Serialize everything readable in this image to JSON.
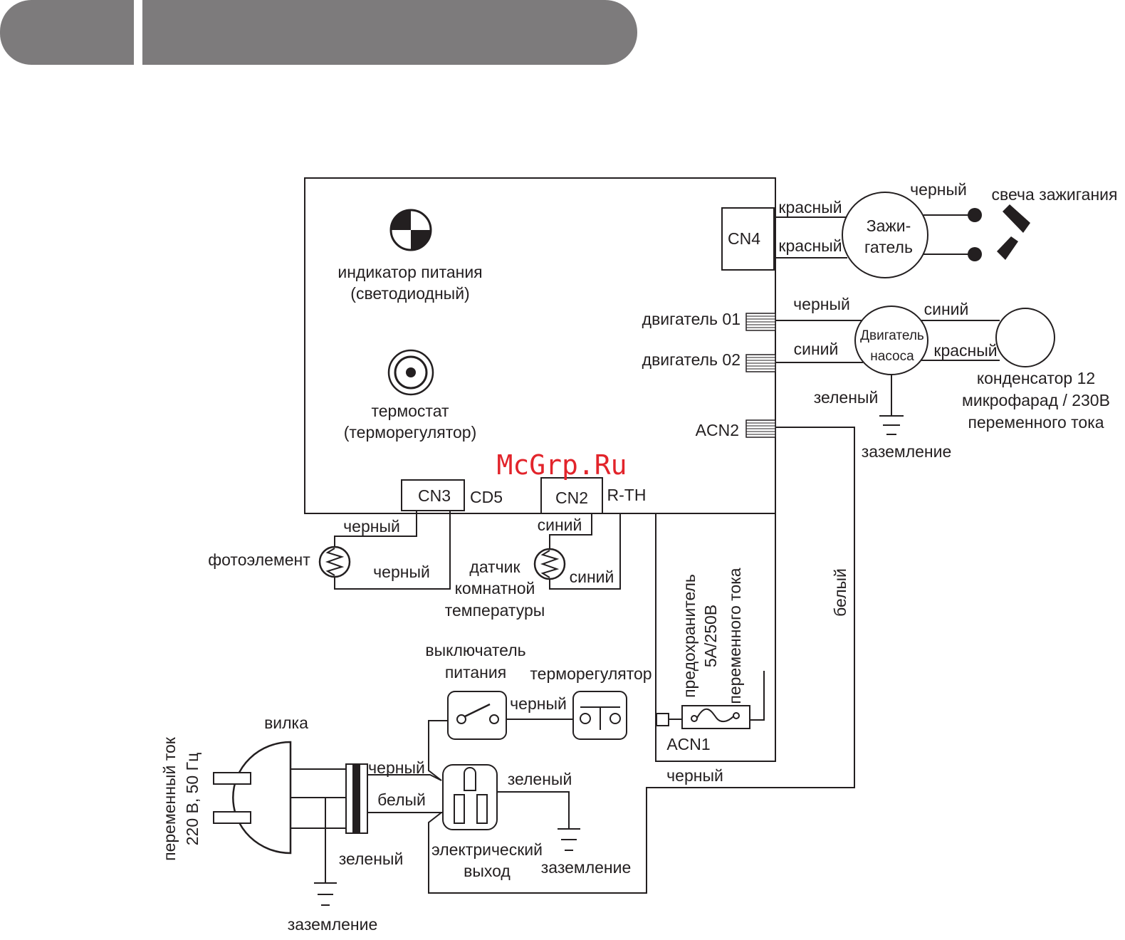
{
  "header": {
    "bar_color": "#7d7b7c",
    "left_tab_text": "",
    "right_tab_text": ""
  },
  "watermark": "McGrp.Ru",
  "colors": {
    "line": "#231f20",
    "watermark": "#e2242b"
  },
  "board": {
    "power_indicator": [
      "индикатор питания",
      "(светодиодный)"
    ],
    "thermostat": [
      "термостат",
      "(терморегулятор)"
    ],
    "cn4": "CN4",
    "cn3": "CN3",
    "cd5": "CD5",
    "cn2": "CN2",
    "rth": "R-TH",
    "motor01": "двигатель 01",
    "motor02": "двигатель 02",
    "acn2": "ACN2"
  },
  "igniter": {
    "name": [
      "Зажи-",
      "гатель"
    ],
    "wire_red_1": "красный",
    "wire_red_2": "красный",
    "wire_black": "черный",
    "spark_plug": "свеча зажигания"
  },
  "pump": {
    "name": [
      "Двигатель",
      "насоса"
    ],
    "wire_black": "черный",
    "wire_blue_in": "синий",
    "wire_blue_out": "синий",
    "wire_red": "красный",
    "wire_green": "зеленый",
    "ground": "заземление",
    "capacitor": [
      "конденсатор 12",
      "микрофарад / 230В",
      "переменного тока"
    ]
  },
  "sensors": {
    "photo": "фотоэлемент",
    "photo_wire_top": "черный",
    "photo_wire_bottom": "черный",
    "room_sensor": [
      "датчик",
      "комнатной",
      "температуры"
    ],
    "room_wire_top": "синий",
    "room_wire_bottom": "синий"
  },
  "power": {
    "switch": [
      "выключатель",
      "питания"
    ],
    "regulator": "терморегулятор",
    "switch_wire": "черный",
    "fuse": [
      "предохранитель",
      "5А/250В",
      "переменного тока"
    ],
    "acn1": "ACN1",
    "white_wire": "белый",
    "black_bottom": "черный",
    "plug": "вилка",
    "ac_supply": [
      "переменный ток",
      "220 В, 50 Гц"
    ],
    "plug_black": "черный",
    "plug_white": "белый",
    "plug_green": "зеленый",
    "plug_ground": "заземление",
    "outlet": [
      "электрический",
      "выход"
    ],
    "outlet_green": "зеленый",
    "outlet_ground": "заземление"
  }
}
